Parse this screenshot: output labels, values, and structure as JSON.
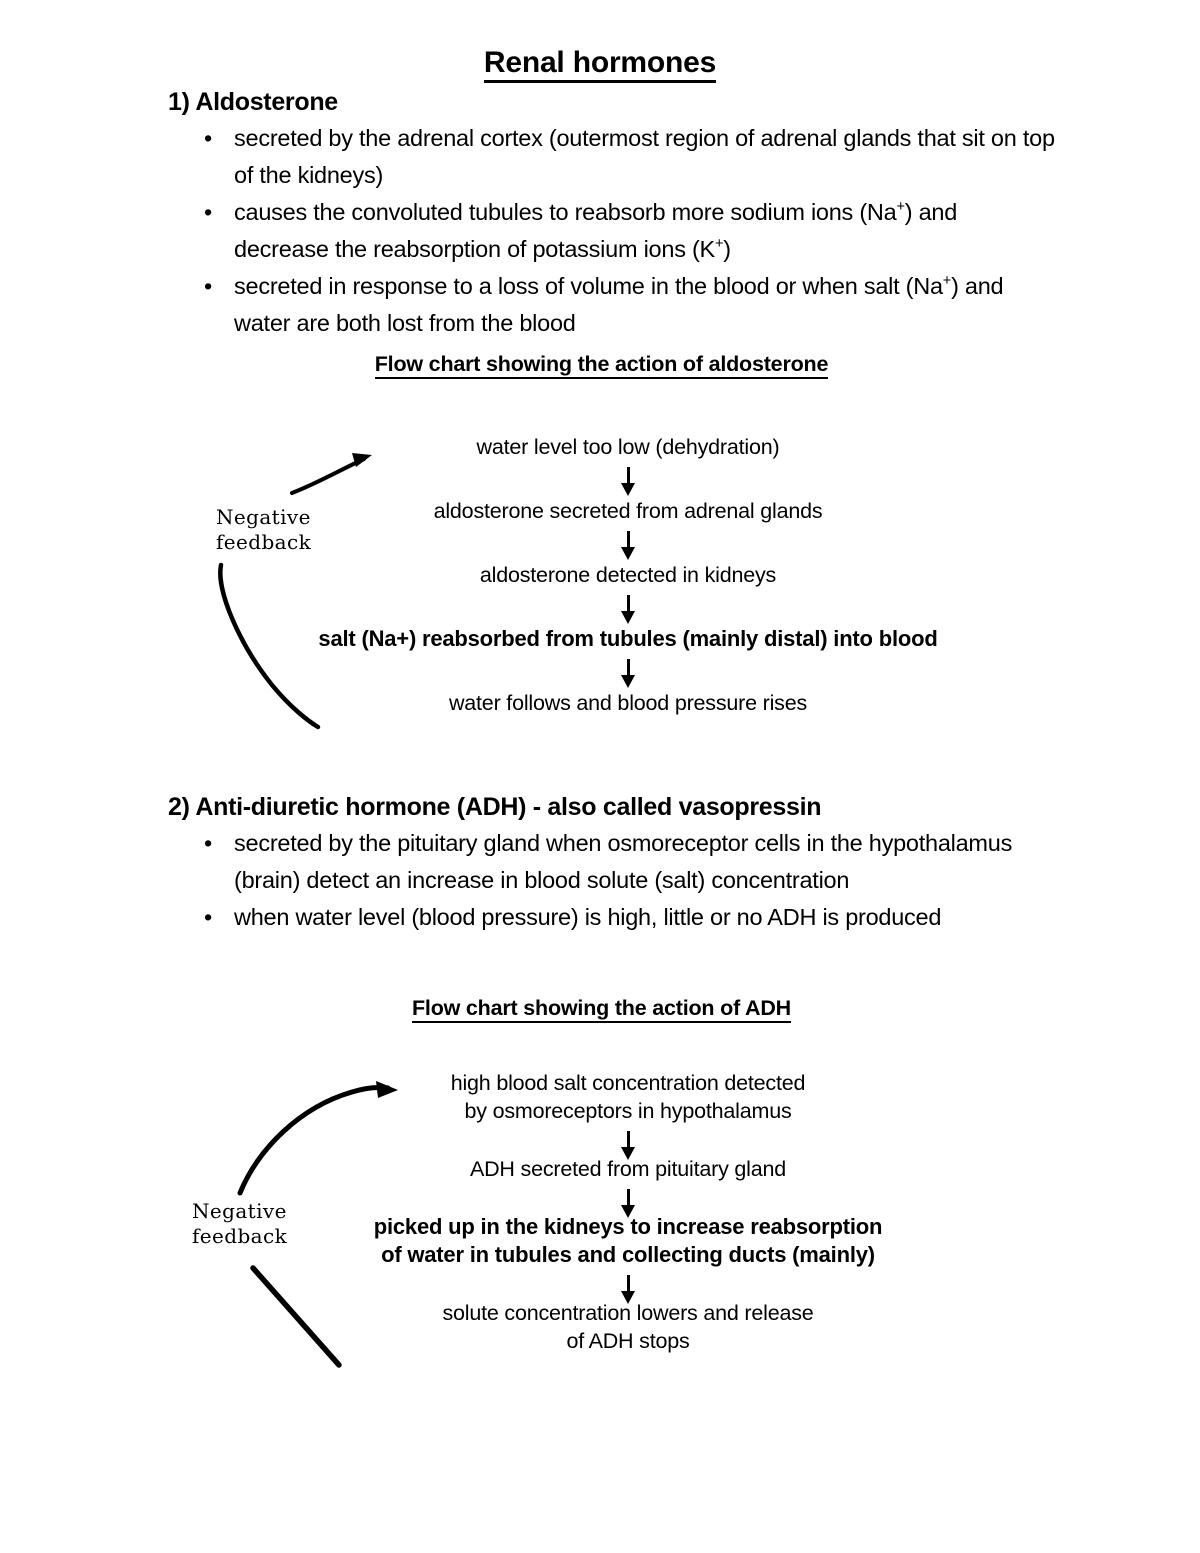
{
  "document": {
    "title": "Renal hormones"
  },
  "sections": [
    {
      "heading": "1) Aldosterone",
      "bullets": [
        {
          "text_pre": "secreted by the adrenal cortex (outermost region of adrenal glands that sit on top of the kidneys)"
        },
        {
          "text_pre": "causes the convoluted tubules to reabsorb more sodium ions (Na",
          "sup1": "+",
          "text_mid": ") and decrease the reabsorption of potassium ions (K",
          "sup2": "+",
          "text_post": ")"
        },
        {
          "text_pre": "secreted in response to a loss of volume in the blood or when salt (Na",
          "sup1": "+",
          "text_mid": ") and water are both lost from the blood"
        }
      ]
    },
    {
      "heading": "2) Anti-diuretic hormone (ADH) - also called vasopressin",
      "bullets": [
        {
          "text_pre": "secreted by the pituitary gland when osmoreceptor cells in the hypothalamus (brain) detect an increase in blood solute (salt) concentration"
        },
        {
          "text_pre": "when water level (blood pressure) is high, little or no ADH is produced"
        }
      ]
    }
  ],
  "charts": [
    {
      "title": "Flow chart showing the action of aldosterone",
      "feedback_label": "Negative\nfeedback",
      "steps": [
        {
          "text": "water level too low (dehydration)",
          "bold": false
        },
        {
          "text": "aldosterone secreted from adrenal glands",
          "bold": false
        },
        {
          "text": "aldosterone detected in kidneys",
          "bold": false
        },
        {
          "text": "salt (Na+) reabsorbed from tubules (mainly distal) into blood",
          "bold": true
        },
        {
          "text": "water follows and blood pressure rises",
          "bold": false
        }
      ]
    },
    {
      "title": "Flow chart showing the action of ADH",
      "feedback_label": "Negative\nfeedback",
      "steps": [
        {
          "text": "high blood salt concentration detected\nby osmoreceptors in hypothalamus",
          "bold": false
        },
        {
          "text": "ADH secreted from pituitary gland",
          "bold": false
        },
        {
          "text": "picked up in the kidneys to increase reabsorption\nof water in tubules and collecting ducts (mainly)",
          "bold": true
        },
        {
          "text": "solute concentration lowers and release\nof ADH stops",
          "bold": false
        }
      ]
    }
  ],
  "icons": {
    "bullet": "•",
    "arrow_down": "down-arrow",
    "feedback_loop": "curved-feedback-arrow"
  },
  "colors": {
    "text": "#000000",
    "background": "#ffffff"
  }
}
